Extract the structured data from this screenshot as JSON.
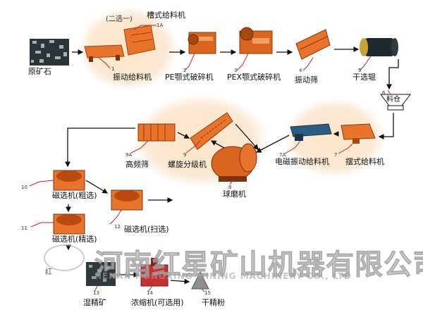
{
  "diagram": {
    "option_note": "(二选一)",
    "stages": [
      {
        "id": "raw",
        "number": "",
        "label": "原矿石"
      },
      {
        "id": "vib_feeder",
        "number": "1",
        "label": "振动给料机"
      },
      {
        "id": "trough_feeder",
        "number": "1A",
        "label": "槽式给料机"
      },
      {
        "id": "pe_crusher",
        "number": "2",
        "label": "PE颚式破碎机"
      },
      {
        "id": "pex_crusher",
        "number": "3",
        "label": "PEX颚式破碎机"
      },
      {
        "id": "screen",
        "number": "4",
        "label": "振动筛"
      },
      {
        "id": "dry_separator",
        "number": "5",
        "label": "干选辊"
      },
      {
        "id": "bin",
        "number": "6",
        "label": "料仓"
      },
      {
        "id": "swing_feeder",
        "number": "7",
        "label": "摆式给料机"
      },
      {
        "id": "em_feeder",
        "number": "7A",
        "label": "电磁振动给料机"
      },
      {
        "id": "ball_mill",
        "number": "8",
        "label": "球磨机"
      },
      {
        "id": "hf_screen",
        "number": "9A",
        "label": "高频筛"
      },
      {
        "id": "spiral",
        "number": "9",
        "label": "螺旋分级机"
      },
      {
        "id": "mag_rough",
        "number": "10",
        "label": "磁选机(粗选)"
      },
      {
        "id": "mag_clean",
        "number": "11",
        "label": "磁选机(精选)"
      },
      {
        "id": "mag_scav",
        "number": "12",
        "label": "磁选机(扫选)"
      },
      {
        "id": "wet_conc",
        "number": "13",
        "label": "湿精矿"
      },
      {
        "id": "thickener",
        "number": "14",
        "label": "浓缩机(可选用)"
      },
      {
        "id": "dry_powder",
        "number": "15",
        "label": "干精粉"
      }
    ]
  },
  "watermark": {
    "company_cn": "河南红星矿山机器有限公司",
    "company_en": "HENAN HONGXING MINING MACHINERY CO., LTD",
    "logo_char": "红"
  },
  "colors": {
    "machine_orange": "#e8732a",
    "machine_dark": "#b84a12",
    "leader_red": "#d21f1f",
    "arrow": "#111111",
    "blob": "#fde6c8"
  }
}
